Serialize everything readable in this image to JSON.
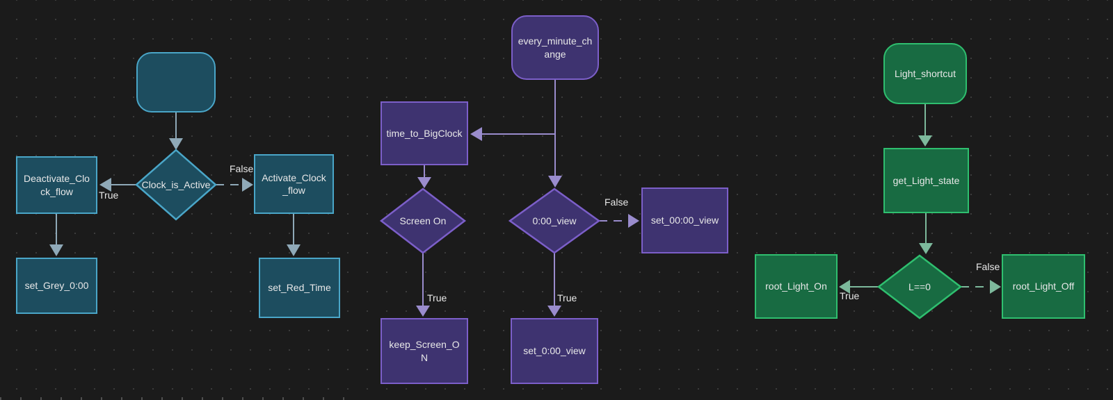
{
  "colors": {
    "background": "#1b1b1b",
    "text": "#e8e8e8",
    "teal_border": "#4aa6c8",
    "teal_fill": "#1d4d5f",
    "teal_line": "#8fa9b8",
    "purple_border": "#7c5fc9",
    "purple_fill": "#3e3370",
    "purple_line": "#9a8ccd",
    "green_border": "#2fbf6f",
    "green_fill": "#186b42",
    "green_line": "#7db99c"
  },
  "flows": {
    "clock": {
      "start": "",
      "decision": "Clock_is_Active",
      "true_label": "True",
      "false_label": "False",
      "deactivate": "Deactivate_Clock_flow",
      "set_grey": "set_Grey_0:00",
      "activate": "Activate_Clock_flow",
      "set_red": "set_Red_Time"
    },
    "minute": {
      "start": "every_minute_change",
      "time_to_bigclock": "time_to_BigClock",
      "screen_decision": "Screen On",
      "screen_true_label": "True",
      "keep_screen_on": "keep_Screen_ON",
      "view_decision": "0:00_view",
      "view_false_label": "False",
      "set_0000_view": "set_00:00_view",
      "view_true_label": "True",
      "set_000_view": "set_0:00_view"
    },
    "light": {
      "start": "Light_shortcut",
      "get_state": "get_Light_state",
      "decision": "L==0",
      "true_label": "True",
      "false_label": "False",
      "on": "root_Light_On",
      "off": "root_Light_Off"
    }
  }
}
